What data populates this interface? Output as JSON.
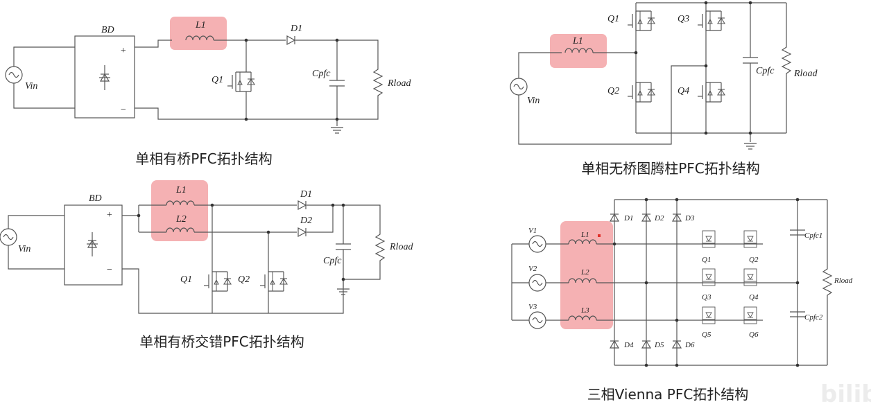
{
  "diagrams": {
    "bridge_pfc": {
      "caption": "单相有桥PFC拓扑结构",
      "labels": {
        "bd": "BD",
        "inductor": "L1",
        "diode": "D1",
        "switch": "Q1",
        "cap": "Cpfc",
        "load": "Rload",
        "source": "Vin",
        "plus": "+",
        "minus": "−"
      }
    },
    "totem_pole": {
      "caption": "单相无桥图腾柱PFC拓扑结构",
      "labels": {
        "inductor": "L1",
        "q1": "Q1",
        "q2": "Q2",
        "q3": "Q3",
        "q4": "Q4",
        "cap": "Cpfc",
        "load": "Rload",
        "source": "Vin"
      }
    },
    "interleaved": {
      "caption": "单相有桥交错PFC拓扑结构",
      "labels": {
        "bd": "BD",
        "l1": "L1",
        "l2": "L2",
        "d1": "D1",
        "d2": "D2",
        "q1": "Q1",
        "q2": "Q2",
        "cap": "Cpfc",
        "load": "Rload",
        "source": "Vin",
        "plus": "+",
        "minus": "−"
      }
    },
    "vienna": {
      "caption": "三相Vienna PFC拓扑结构",
      "labels": {
        "v1": "V1",
        "v2": "V2",
        "v3": "V3",
        "l1": "L1",
        "l2": "L2",
        "l3": "L3",
        "d1": "D1",
        "d2": "D2",
        "d3": "D3",
        "d4": "D4",
        "d5": "D5",
        "d6": "D6",
        "q1": "Q1",
        "q2": "Q2",
        "q3": "Q3",
        "q4": "Q4",
        "q5": "Q5",
        "q6": "Q6",
        "cpfc1": "Cpfc1",
        "cpfc2": "Cpfc2",
        "load": "Rload"
      }
    }
  },
  "highlight_color": "#f3a3a6",
  "watermark": "bilib"
}
